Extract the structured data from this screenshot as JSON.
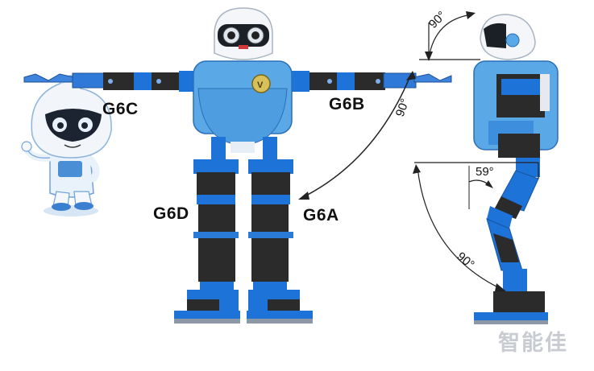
{
  "joint_labels": {
    "g6c": "G6C",
    "g6b": "G6B",
    "g6d": "G6D",
    "g6a": "G6A"
  },
  "angles": {
    "head_side": "90°",
    "arm_sweep": "90°",
    "knee_bend": "59°",
    "leg_sweep": "90°"
  },
  "watermark": "智能佳",
  "colors": {
    "robot_blue": "#1e73d8",
    "shell_blue": "#5aa8e6",
    "servo_black": "#2b2b2b",
    "label_text": "#111111",
    "watermark": "#c8ccd2"
  }
}
